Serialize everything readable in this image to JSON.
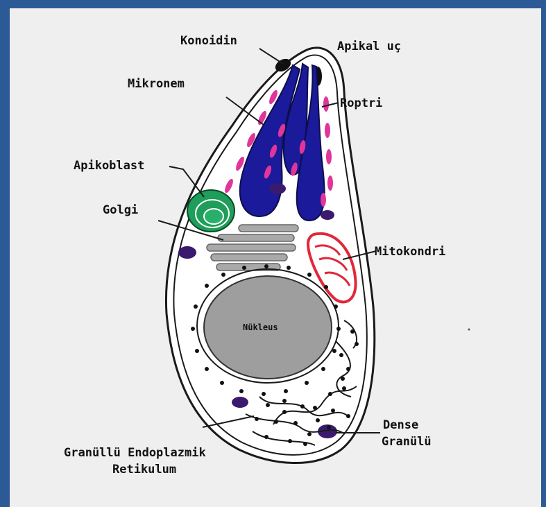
{
  "labels": {
    "konoidin": "Konoidin",
    "apikal_uc": "Apikal uç",
    "mikronem": "Mikronem",
    "roptri": "Roptri",
    "apikoblast": "Apikoblast",
    "golgi": "Golgi",
    "mitokondri": "Mitokondri",
    "nukleus": "Nükleus",
    "dense_line1": "Dense",
    "dense_line2": "Granülü",
    "ger_line1": "Granüllü Endoplazmik",
    "ger_line2": "Retikulum"
  },
  "colors": {
    "background_outer": "#2c5a96",
    "background_inner": "#efefef",
    "rhoptry": "#1a1a9a",
    "micronemes": "#e0359a",
    "apicoplast": "#1e9e5a",
    "golgi": "#a9a9a9",
    "mitochondrion": "#e0283a",
    "nucleus": "#9e9e9e",
    "dense_granule": "#3a1a6e",
    "outline": "#1a1a1a"
  }
}
